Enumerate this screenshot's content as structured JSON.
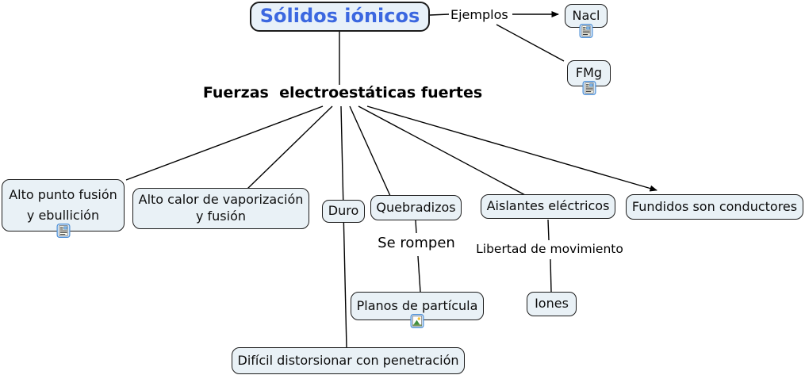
{
  "colors": {
    "node_fill": "#e9f1f6",
    "root_fill": "#e8f1f9",
    "node_border": "#1c1c1c",
    "title_text": "#3b67e0",
    "line": "#000000",
    "icon_border": "#4d8fd6",
    "text": "#101010"
  },
  "root": {
    "label": "Sólidos iónicos"
  },
  "linking_phrases": {
    "ejemplos": {
      "label": "Ejemplos"
    },
    "fuerzas": {
      "label": "Fuerzas  electroestáticas fuertes"
    },
    "se_rompen": {
      "label": "Se rompen"
    },
    "libertad": {
      "label": "Libertad de movimiento"
    }
  },
  "concepts": {
    "nacl": {
      "label": "Nacl",
      "icon": "document-resource-icon"
    },
    "fmg": {
      "label": "FMg",
      "icon": "document-resource-icon"
    },
    "alto_punto": {
      "line1": "Alto punto fusión",
      "line2": "y ebullición",
      "icon": "document-resource-icon"
    },
    "alto_calor": {
      "line1": "Alto calor de vaporización",
      "line2": "y fusión"
    },
    "duro": {
      "label": "Duro"
    },
    "quebradizos": {
      "label": "Quebradizos"
    },
    "aislantes": {
      "label": "Aislantes eléctricos"
    },
    "fundidos": {
      "label": "Fundidos son conductores"
    },
    "planos": {
      "label": "Planos de partícula",
      "icon": "image-resource-icon"
    },
    "iones": {
      "label": "Iones"
    },
    "dificil": {
      "label": "Difícil distorsionar con penetración"
    }
  }
}
